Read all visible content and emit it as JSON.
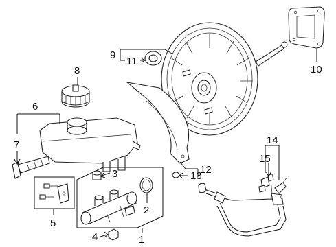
{
  "callouts": {
    "n1": "1",
    "n2": "2",
    "n3": "3",
    "n4": "4",
    "n5": "5",
    "n6": "6",
    "n7": "7",
    "n8": "8",
    "n9": "9",
    "n10": "10",
    "n11": "11",
    "n12": "12",
    "n13": "13",
    "n14": "14",
    "n15": "15"
  },
  "colors": {
    "line": "#111111",
    "fill": "#ffffff"
  }
}
